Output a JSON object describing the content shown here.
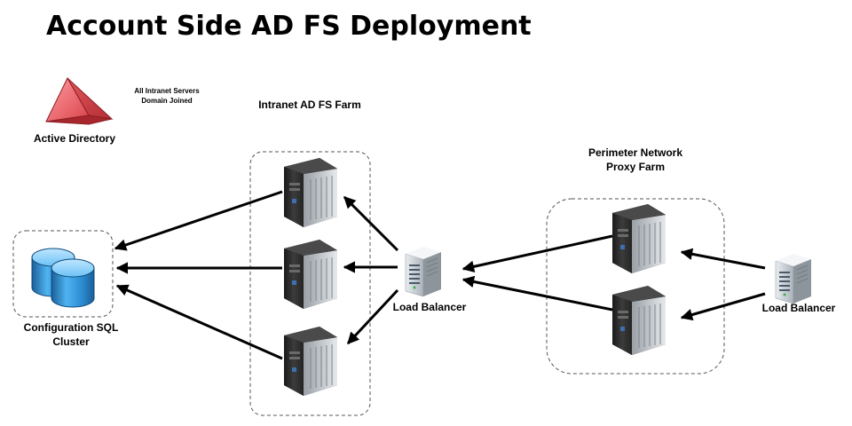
{
  "title": "Account Side AD FS Deployment",
  "active_directory": {
    "label": "Active Directory"
  },
  "note": {
    "line1": "All Intranet Servers",
    "line2": "Domain Joined"
  },
  "intranet_farm": {
    "label": "Intranet AD FS Farm"
  },
  "sql_cluster": {
    "line1": "Configuration SQL",
    "line2": "Cluster"
  },
  "intranet_load_balancer": {
    "label": "Load Balancer"
  },
  "perimeter_farm": {
    "line1": "Perimeter Network",
    "line2": "Proxy Farm"
  },
  "perimeter_load_balancer": {
    "label": "Load Balancer"
  },
  "colors": {
    "pyramid": "#e8595f",
    "database": "#2f8fd0",
    "server": "#2b2b2b",
    "balancer": "#c9ced3"
  }
}
